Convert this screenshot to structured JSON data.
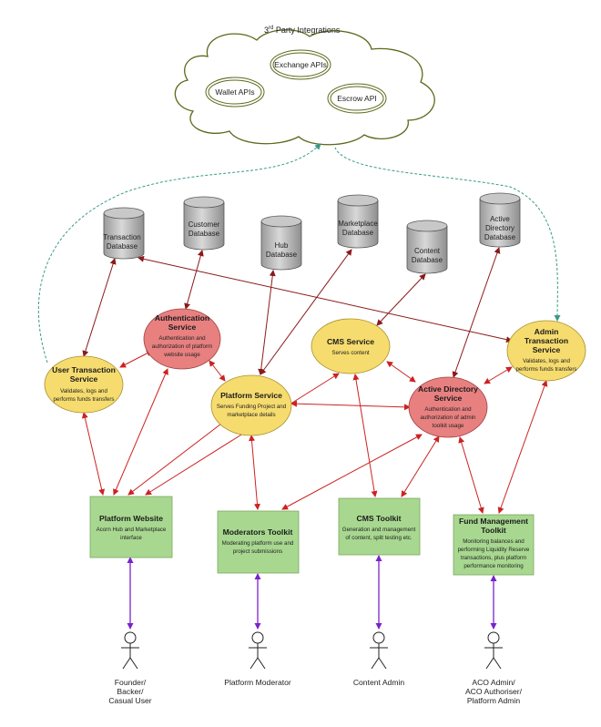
{
  "cloud": {
    "title_main": "3",
    "title_sup": "rd",
    "title_rest": " Party Integrations",
    "integrations": [
      {
        "id": "wallet",
        "label": "Wallet APIs"
      },
      {
        "id": "exchange",
        "label": "Exchange APIs"
      },
      {
        "id": "escrow",
        "label": "Escrow API"
      }
    ]
  },
  "databases": [
    {
      "id": "transaction",
      "lines": [
        "Transaction",
        "Database"
      ]
    },
    {
      "id": "customer",
      "lines": [
        "Customer",
        "Database"
      ]
    },
    {
      "id": "hub",
      "lines": [
        "Hub",
        "Database"
      ]
    },
    {
      "id": "marketplace",
      "lines": [
        "Marketplace",
        "Database"
      ]
    },
    {
      "id": "content",
      "lines": [
        "Content",
        "Database"
      ]
    },
    {
      "id": "active-directory",
      "lines": [
        "Active",
        "Directory",
        "Database"
      ]
    }
  ],
  "services": [
    {
      "id": "authentication",
      "color": "#e88080",
      "title": [
        "Authentication",
        "Service"
      ],
      "desc": [
        "Authentication and",
        "authorization of platform",
        "website usage"
      ]
    },
    {
      "id": "user-transaction",
      "color": "#f6dc6e",
      "title": [
        "User Transaction",
        "Service"
      ],
      "desc": [
        "Validates, logs and",
        "performs funds transfers"
      ]
    },
    {
      "id": "platform",
      "color": "#f6dc6e",
      "title": [
        "Platform Service"
      ],
      "desc": [
        "Serves Funding Project and",
        "marketplace details"
      ]
    },
    {
      "id": "cms",
      "color": "#f6dc6e",
      "title": [
        "CMS Service"
      ],
      "desc": [
        "Serves content"
      ]
    },
    {
      "id": "active-directory",
      "color": "#e88080",
      "title": [
        "Active Directory",
        "Service"
      ],
      "desc": [
        "Authentication and",
        "authorization of admin",
        "toolkit usage"
      ]
    },
    {
      "id": "admin-transaction",
      "color": "#f6dc6e",
      "title": [
        "Admin",
        "Transaction",
        "Service"
      ],
      "desc": [
        "Validates, logs and",
        "performs funds transfers"
      ]
    }
  ],
  "toolkits": [
    {
      "id": "platform-website",
      "title": [
        "Platform Website"
      ],
      "desc": [
        "Acorn Hub and Marketplace",
        "interface"
      ]
    },
    {
      "id": "moderators-toolkit",
      "title": [
        "Moderators Toolkit"
      ],
      "desc": [
        "Moderating platform use and",
        "project submissions"
      ]
    },
    {
      "id": "cms-toolkit",
      "title": [
        "CMS Toolkit"
      ],
      "desc": [
        "Generation and management",
        "of content, split testing etc."
      ]
    },
    {
      "id": "fund-management-toolkit",
      "title": [
        "Fund Management",
        "Toolkit"
      ],
      "desc": [
        "Monitoring balances and",
        "performing Liquidity Reserve",
        "transactions, plus platform",
        "performance monitoring"
      ]
    }
  ],
  "actors": [
    {
      "id": "founder",
      "lines": [
        "Founder/",
        "Backer/",
        "Casual User"
      ]
    },
    {
      "id": "moderator",
      "lines": [
        "Platform Moderator"
      ]
    },
    {
      "id": "content-admin",
      "lines": [
        "Content Admin"
      ]
    },
    {
      "id": "aco-admin",
      "lines": [
        "ACO Admin/",
        "ACO Authoriser/",
        "Platform Admin"
      ]
    }
  ],
  "colors": {
    "red_arrow": "#cc2222",
    "dark_red_arrow": "#8a1a1a",
    "purple_arrow": "#7a22cc",
    "teal_dash": "#3a9a8a",
    "cloud_stroke": "#5a6a1a",
    "toolkit_fill": "#a8d890",
    "db_fill": "#b8b8b8"
  }
}
